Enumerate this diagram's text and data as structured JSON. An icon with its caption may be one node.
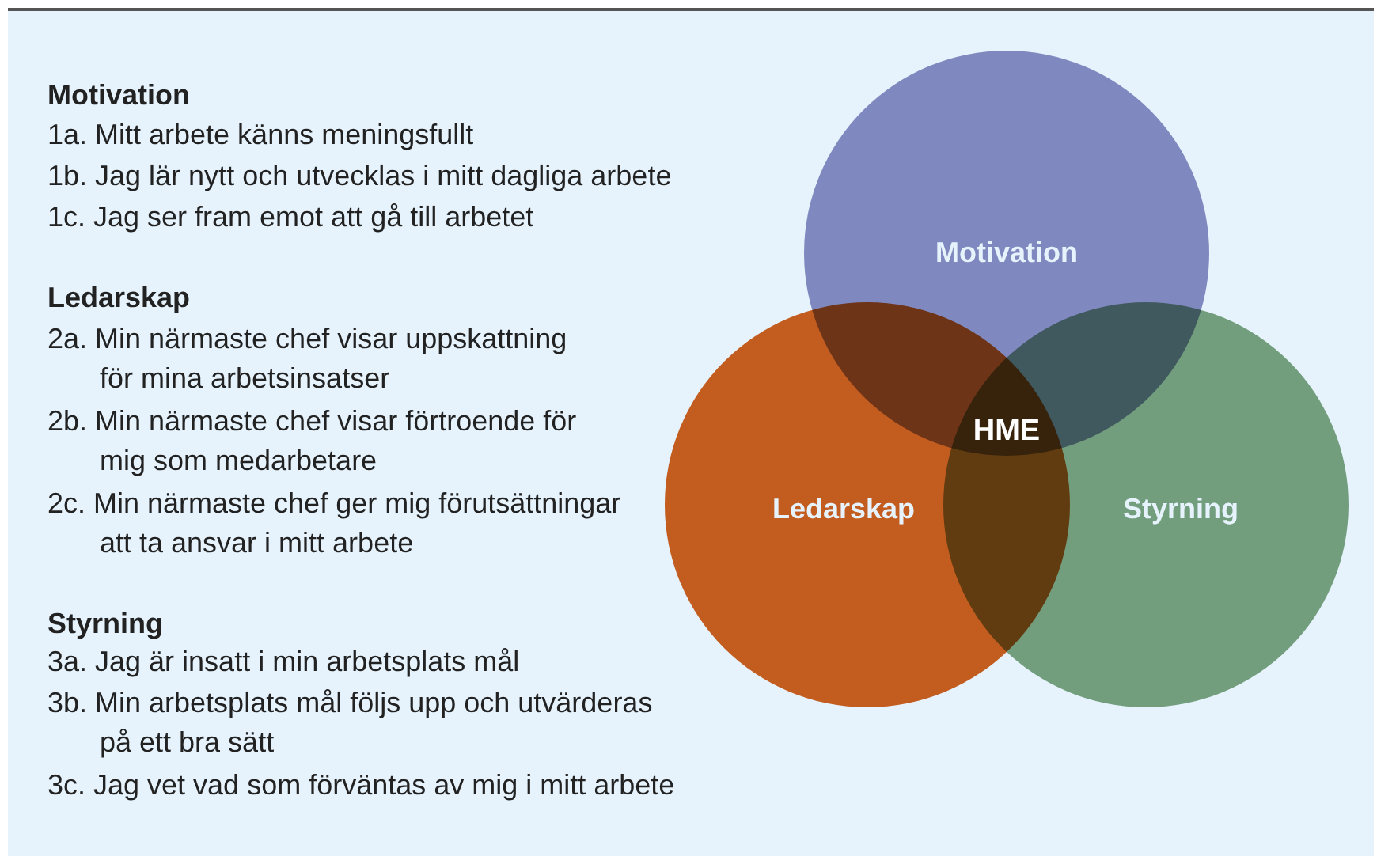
{
  "diagram": {
    "nodes": [
      {
        "text": [
          "Motivation"
        ]
      },
      {
        "text": [
          "Ledarskap"
        ]
      },
      {
        "text": [
          "Styrning"
        ]
      }
    ],
    "edges": [],
    "labels": [
      "Motivation",
      "1a. Mitt arbete känns meningsfullt",
      "1b. Jag lär nytt och utvecklas i mitt dagliga arbete",
      "1c. Jag ser fram emot att gå till arbetet",
      "Ledarskap",
      "2a. Min närmaste chef visar uppskattning för mina arbetsinsatser",
      "2b. Min närmaste chef visar förtroende för mig som medarbetare",
      "2c. Min närmaste chef ger mig förutsättningar att ta ansvar i mitt arbete",
      "Styrning",
      "3a. Jag är insatt i min arbetsplats mål",
      "3b. Min arbetsplats mål följs upp och utvärderas på ett bra sätt",
      "3c. Jag vet vad som förväntas av mig i mitt arbete",
      "HME"
    ]
  }
}
